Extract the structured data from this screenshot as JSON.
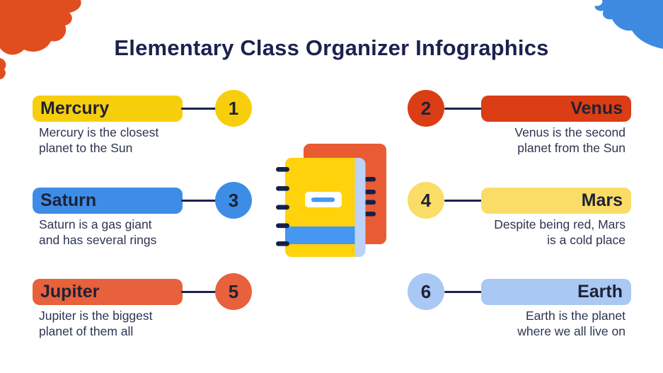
{
  "title": "Elementary Class Organizer Infographics",
  "items": [
    {
      "number": "1",
      "name": "Mercury",
      "desc_line1": "Mercury is the closest",
      "desc_line2": "planet to the Sun",
      "color": "#F7CE0C",
      "side": "left"
    },
    {
      "number": "2",
      "name": "Venus",
      "desc_line1": "Venus is the second",
      "desc_line2": "planet from the Sun",
      "color": "#DB3D15",
      "side": "right"
    },
    {
      "number": "3",
      "name": "Saturn",
      "desc_line1": "Saturn is a gas giant",
      "desc_line2": "and has several rings",
      "color": "#3D8DE6",
      "side": "left"
    },
    {
      "number": "4",
      "name": "Mars",
      "desc_line1": "Despite being red, Mars",
      "desc_line2": "is a cold place",
      "color": "#FADD67",
      "side": "right"
    },
    {
      "number": "5",
      "name": "Jupiter",
      "desc_line1": "Jupiter is the biggest",
      "desc_line2": "planet of them all",
      "color": "#E7613C",
      "side": "left"
    },
    {
      "number": "6",
      "name": "Earth",
      "desc_line1": "Earth is the planet",
      "desc_line2": "where we all live on",
      "color": "#A9C8F3",
      "side": "right"
    }
  ],
  "colors": {
    "title_text": "#1D2150",
    "label_text": "#1E2235",
    "body_text": "#2D3452",
    "connector": "#1D2150",
    "splash_red": "#E04E1F",
    "splash_blue": "#3E8AE0"
  },
  "illustration": {
    "name": "spiral-notebooks",
    "colors": {
      "back_cover": "#E95C33",
      "front_cover": "#FFD20B",
      "page_edge": "#BCD2F7",
      "band": "#4597F2",
      "label_bg": "#FFFFFF",
      "label_line": "#4B97F0",
      "binding": "#15204A"
    }
  }
}
